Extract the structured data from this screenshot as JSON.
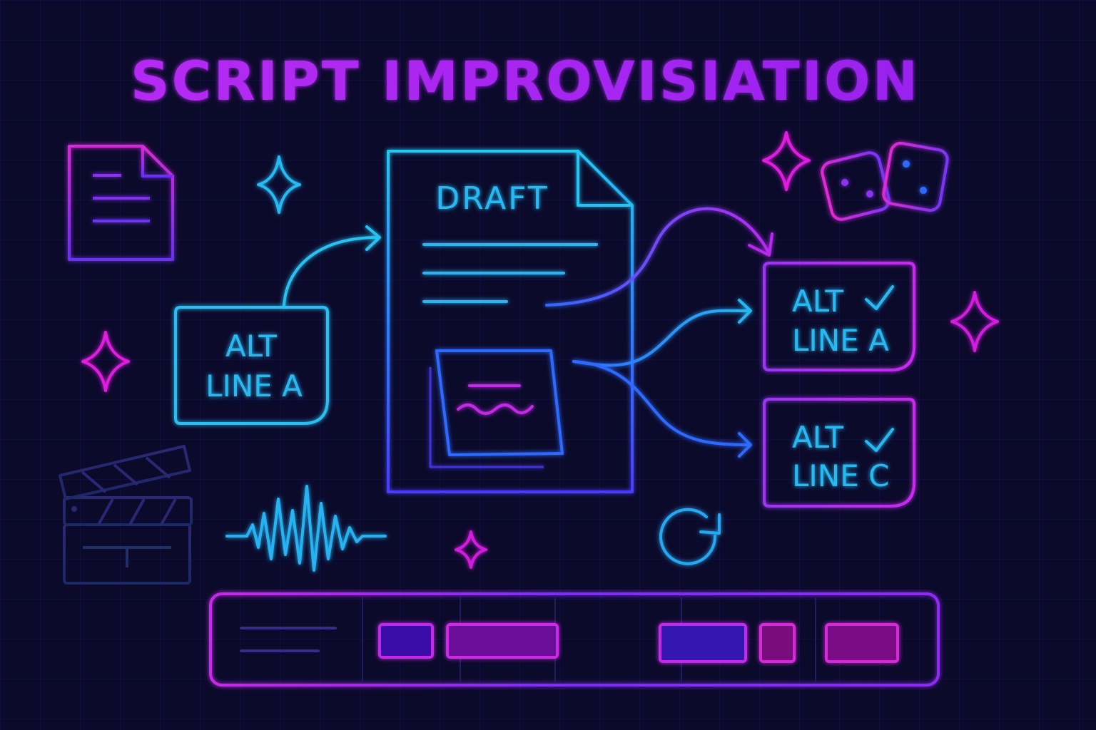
{
  "title": "SCRIPT IMPROVISIATION",
  "draft_label": "DRAFT",
  "source_card": {
    "line1": "ALT",
    "line2": "LINE A"
  },
  "alt_cards": [
    {
      "line1": "ALT",
      "line2": "LINE A",
      "status_icon": "check-icon"
    },
    {
      "line1": "ALT",
      "line2": "LINE C",
      "status_icon": "check-icon"
    }
  ],
  "icons": [
    "document-icon",
    "clapperboard-icon",
    "waveform-icon",
    "dice-icon",
    "refresh-icon",
    "sparkle-icon",
    "sticky-note-icon",
    "check-icon",
    "arrow-icon"
  ],
  "colors": {
    "background": "#0b0a2b",
    "magenta": "#e01ee0",
    "purple": "#9a2cf0",
    "violet": "#7a2cf5",
    "blue": "#2f6bff",
    "cyan": "#27c7f2"
  }
}
